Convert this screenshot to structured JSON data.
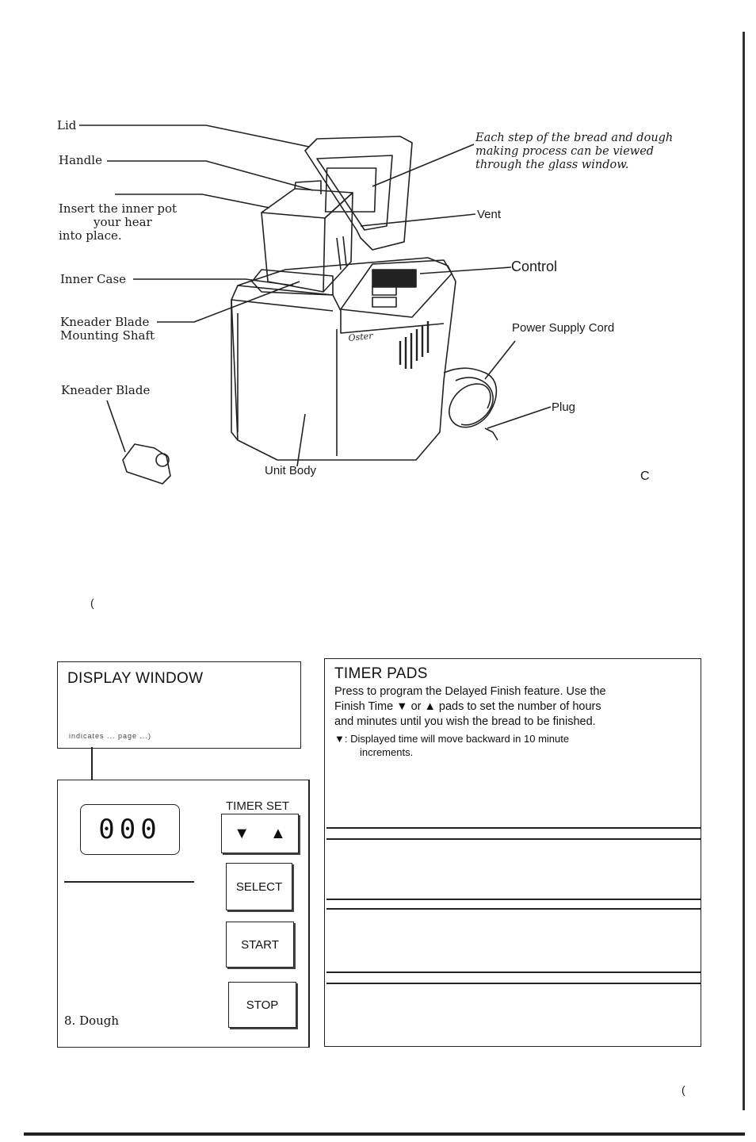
{
  "diagram": {
    "labels": {
      "lid": "Lid",
      "handle": "Handle",
      "insert_line1": "Insert the inner pot",
      "insert_line2": "your hear",
      "insert_line3": "into place.",
      "inner_case": "Inner Case",
      "kneader_shaft_line1": "Kneader Blade",
      "kneader_shaft_line2": "Mounting Shaft",
      "kneader_blade": "Kneader Blade",
      "unit_body": "Unit Body",
      "window_line1": "Each step of the bread and dough",
      "window_line2": "making process can be viewed",
      "window_line3": "through the glass window.",
      "vent": "Vent",
      "control": "Control",
      "power_cord": "Power Supply Cord",
      "plug": "Plug"
    },
    "brand_mark": "Oster"
  },
  "display_window": {
    "title": "DISPLAY WINDOW",
    "fragment": "indicates ... page ...)"
  },
  "control_panel": {
    "lcd_value": "000",
    "timer_set": "TIMER SET",
    "down_arrow": "▼",
    "up_arrow": "▲",
    "select": "SELECT",
    "start": "START",
    "stop": "STOP",
    "menu_item": "8. Dough"
  },
  "timer_pads": {
    "title": "TIMER PADS",
    "text_line1": "Press to program the Delayed Finish feature. Use the",
    "text_line2_a": "Finish Time",
    "text_line2_b": "or",
    "text_line2_c": "pads to set the number of hours",
    "text_line3": "and minutes until you wish the bread to be finished.",
    "bullet_symbol": "▼",
    "bullet_line1": ": Displayed time will move backward in 10 minute",
    "bullet_line2": "increments.",
    "arrow_down": "▼",
    "arrow_up": "▲"
  },
  "stray_marks": {
    "c_mark": "C",
    "bar_mark": "(",
    "bottom_mark": "("
  }
}
